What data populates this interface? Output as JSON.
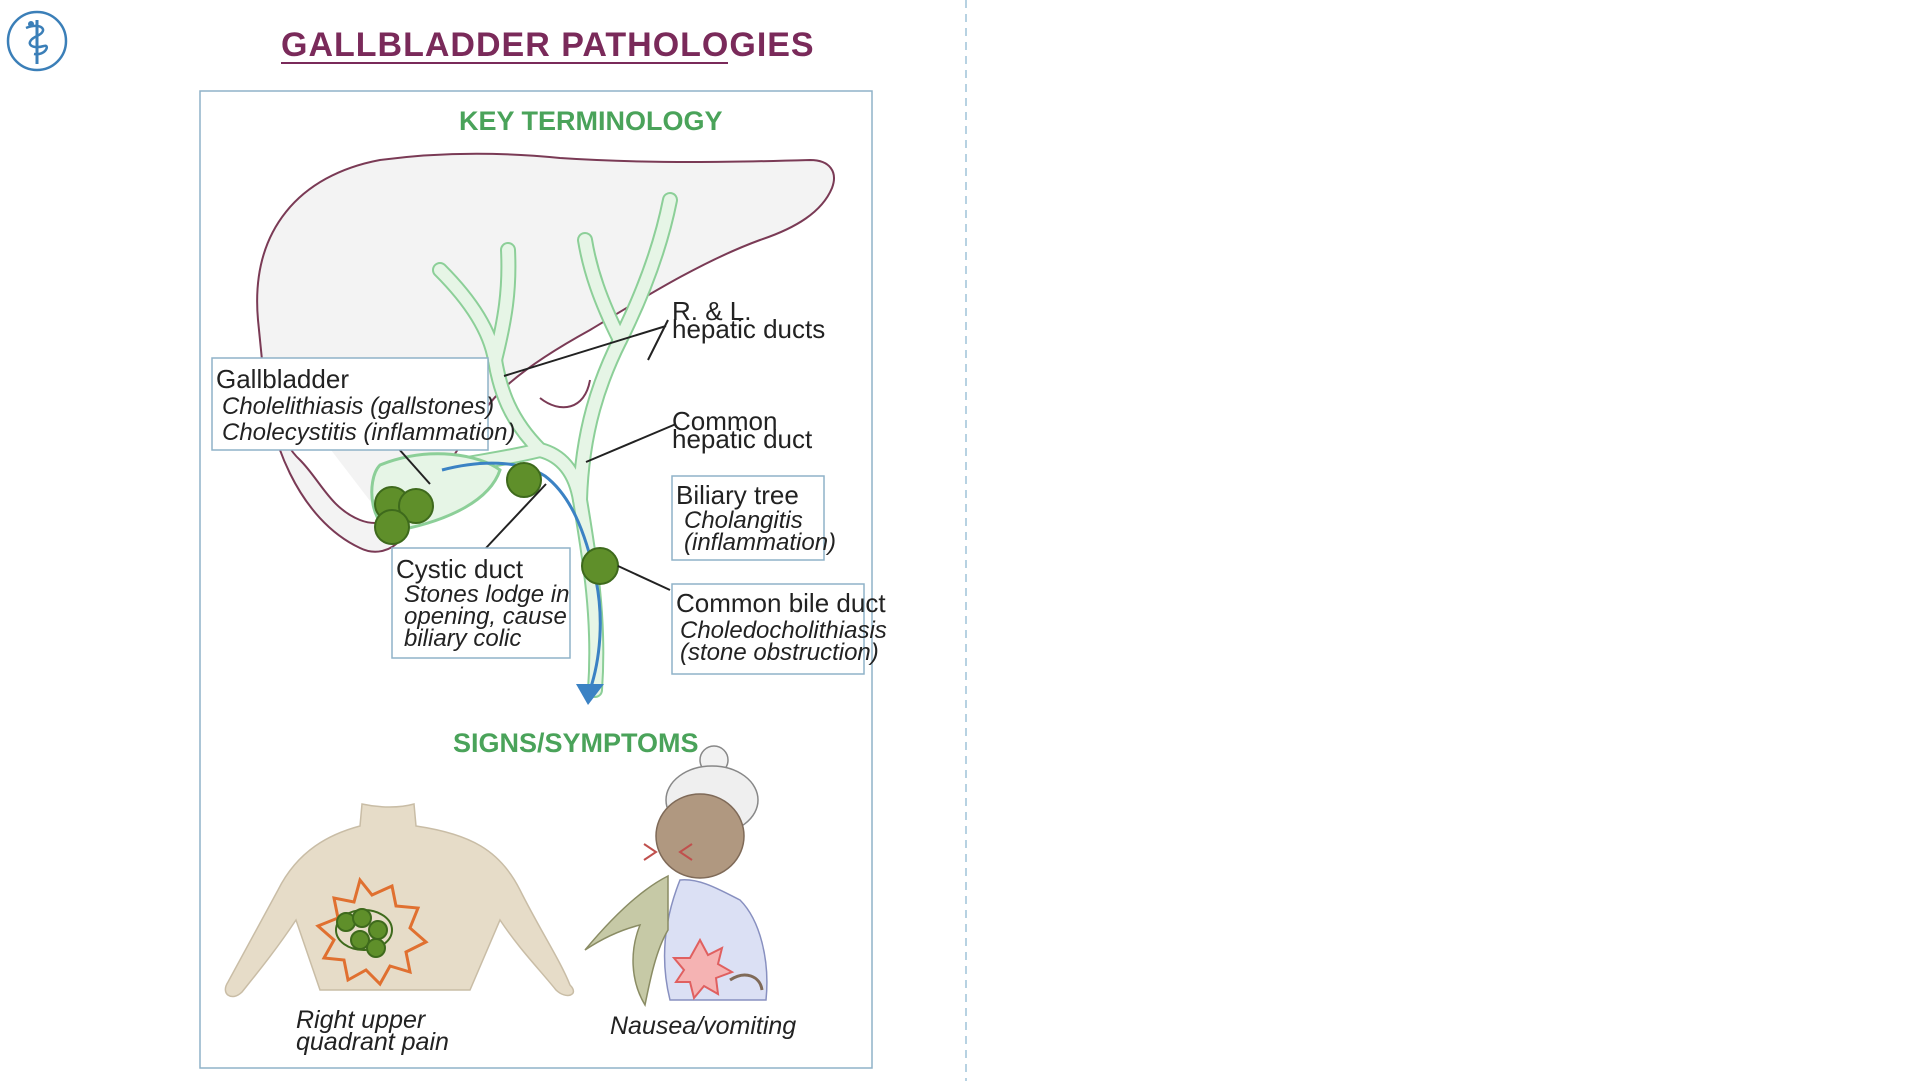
{
  "header": {
    "title": "GALLBLADDER PATHOLOGIES",
    "logo_icon": "caduceus-icon"
  },
  "sections": {
    "terminology": "KEY TERMINOLOGY",
    "symptoms": "SIGNS/SYMPTOMS"
  },
  "labels": {
    "hepatic": {
      "title": "R. & L.",
      "line2": "hepatic ducts"
    },
    "common_hepatic": {
      "title": "Common",
      "line2": "hepatic duct"
    },
    "gallbladder": {
      "title": "Gallbladder",
      "items": [
        "Cholelithiasis (gallstones)",
        "Cholecystitis (inflammation)"
      ]
    },
    "biliary_tree": {
      "title": "Biliary tree",
      "items": [
        "Cholangitis",
        "(inflammation)"
      ]
    },
    "cystic_duct": {
      "title": "Cystic duct",
      "items": [
        "Stones lodge in",
        "opening, cause",
        "biliary colic"
      ]
    },
    "common_bile_duct": {
      "title": "Common bile duct",
      "items": [
        "Choledocholithiasis",
        "(stone obstruction)"
      ]
    }
  },
  "symptoms": [
    {
      "line1": "Right upper",
      "line2": "quadrant pain"
    },
    {
      "line1": "Nausea/vomiting"
    }
  ],
  "colors": {
    "title": "#7a2a5a",
    "section": "#4aa35a",
    "liver_fill": "#f3f3f3",
    "liver_stroke": "#7a3a55",
    "duct": "#e6f5e6",
    "duct_stroke": "#8ccf98",
    "stone": "#5f8f2a",
    "flow_arrow": "#3b82c4",
    "box_border": "#8fb2c8",
    "pain_burst": "#e07030",
    "skin": "#e6dcc8"
  }
}
